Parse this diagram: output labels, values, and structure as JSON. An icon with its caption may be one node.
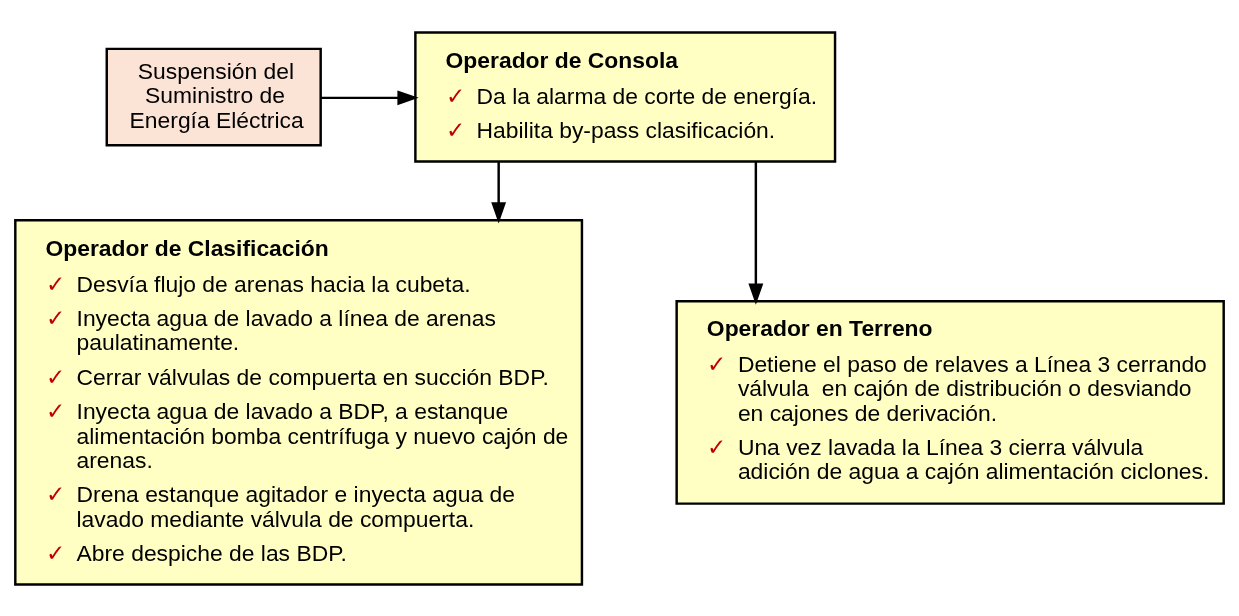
{
  "diagram": {
    "nodes": [
      {
        "text": [
          "Suspensión del Suministro de Energía Eléctrica"
        ]
      },
      {
        "text": [
          "Operador de Consola",
          "✓ Da la alarma de corte de energía.",
          "✓ Habilita by-pass clasificación."
        ]
      },
      {
        "text": [
          "Operador de Clasificación",
          "✓ Desvía flujo de arenas hacia la cubeta.",
          "✓ Inyecta agua de lavado a línea de arenas paulatinamente.",
          "✓ Cerrar válvulas de compuerta en succión BDP.",
          "✓ Inyecta agua de lavado a BDP, a estanque alimentación bomba centrífuga y nuevo cajón de arenas.",
          "✓ Drena estanque agitador e inyecta agua de lavado mediante válvula de compuerta.",
          "✓ Abre despiche de las BDP."
        ]
      },
      {
        "text": [
          "Operador en Terreno",
          "✓ Detiene el paso de relaves a Línea 3 cerrando válvula  en cajón de distribución o desviando en cajones de derivación.",
          "✓ Una vez lavada la Línea 3 cierra válvula adición de agua a cajón alimentación ciclones."
        ]
      }
    ],
    "edges": [
      {
        "from": 0,
        "to": 1,
        "arrow": "to"
      },
      {
        "from": 1,
        "to": 2,
        "arrow": "to"
      },
      {
        "from": 1,
        "to": 3,
        "arrow": "to"
      }
    ]
  }
}
